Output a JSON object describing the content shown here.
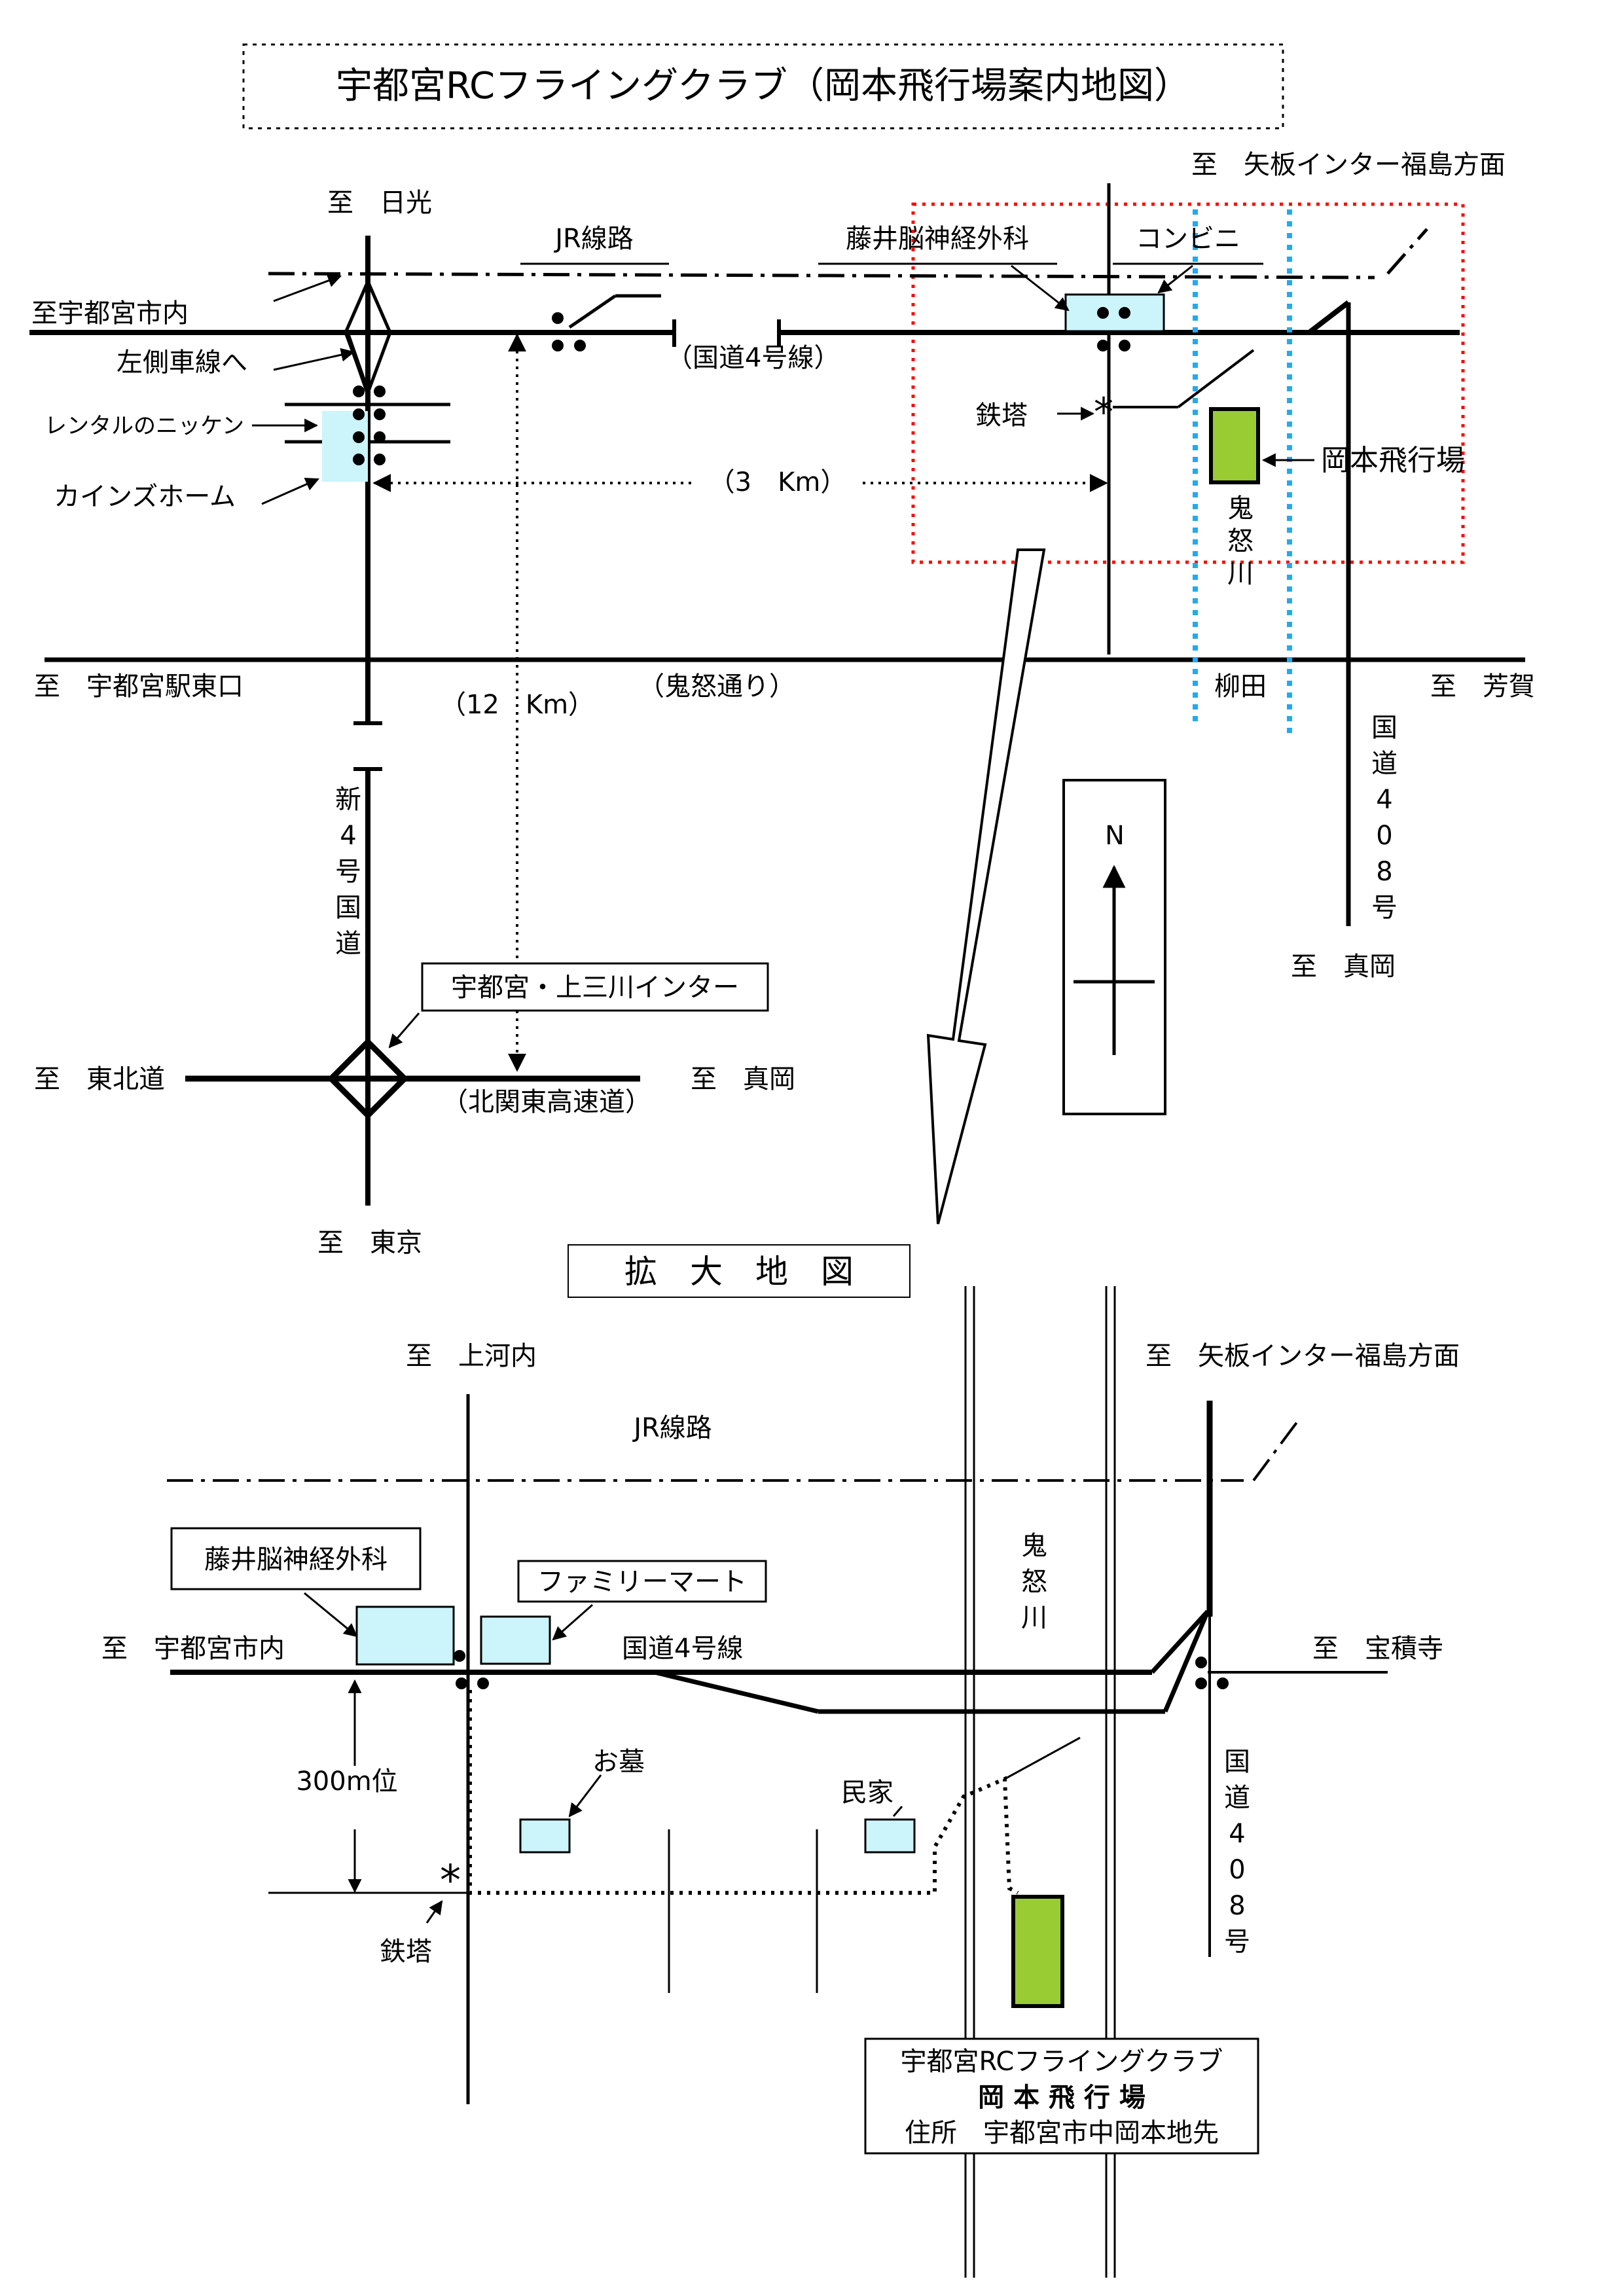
{
  "title": "宇都宮RCフライングクラブ（岡本飛行場案内地図）",
  "overview": {
    "to_nikko": "至　日光",
    "to_yaita": "至　矢板インター福島方面",
    "to_utsunomiya_city": "至宇都宮市内",
    "jr_line": "JR線路",
    "fujii_clinic": "藤井脳神経外科",
    "convenience_store": "コンビニ",
    "national_route_4": "（国道4号線）",
    "left_lane": "左側車線へ",
    "rental_nikken": "レンタルのニッケン",
    "cainz_home": "カインズホーム",
    "dist_3km": "（3　Km）",
    "steel_tower": "鉄塔",
    "okamoto_airfield": "岡本飛行場",
    "river_chars": [
      "鬼",
      "怒",
      "川"
    ],
    "to_utsunomiya_east": "至　宇都宮駅東口",
    "kinu_dori": "（鬼怒通り）",
    "dist_12km": "（12　Km）",
    "yanagita": "柳田",
    "to_haga": "至　芳賀",
    "route408_chars": [
      "国",
      "道",
      "4",
      "0",
      "8",
      "号"
    ],
    "new_route4_chars": [
      "新",
      "4",
      "号",
      "国",
      "道"
    ],
    "interchange": "宇都宮・上三川インター",
    "to_tohokudo": "至　東北道",
    "to_moka": "至　真岡",
    "kita_kanto": "（北関東高速道）",
    "to_tokyo": "至　東京",
    "to_moka_408": "至　真岡",
    "north": "N"
  },
  "detail": {
    "heading": "拡　大　地　図",
    "to_kamikawachi": "至　上河内",
    "to_yaita": "至　矢板インター福島方面",
    "jr_line": "JR線路",
    "river_chars": [
      "鬼",
      "怒",
      "川"
    ],
    "fujii_clinic": "藤井脳神経外科",
    "family_mart": "ファミリーマート",
    "to_utsunomiya_city": "至　宇都宮市内",
    "national_route_4": "国道4号線",
    "to_hoshakuji": "至　宝積寺",
    "dist_300m": "300m位",
    "grave": "お墓",
    "private_house": "民家",
    "route408_chars": [
      "国",
      "道",
      "4",
      "0",
      "8",
      "号"
    ],
    "steel_tower": "鉄塔",
    "info_club": "宇都宮RCフライングクラブ",
    "info_field": "岡 本 飛 行 場",
    "info_address": "住所　宇都宮市中岡本地先"
  },
  "colors": {
    "building": "#ccf4fb",
    "airfield": "#99cc33",
    "red_frame": "#ff0000",
    "river": "#22aaee"
  }
}
